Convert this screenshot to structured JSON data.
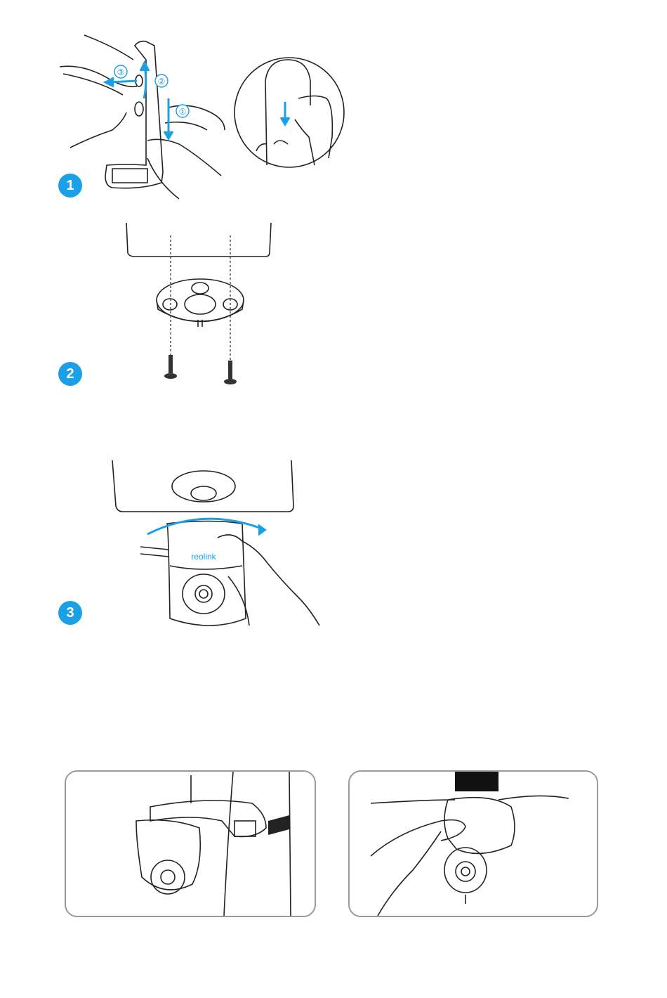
{
  "colors": {
    "accent": "#1aa0e6",
    "line": "#222222"
  },
  "steps": [
    {
      "number": "1",
      "callouts": [
        "①",
        "②",
        "③"
      ]
    },
    {
      "number": "2"
    },
    {
      "number": "3",
      "brand": "reolink"
    }
  ],
  "panels": [
    {
      "name": "wall-mount-example"
    },
    {
      "name": "ceiling-mount-example"
    }
  ]
}
